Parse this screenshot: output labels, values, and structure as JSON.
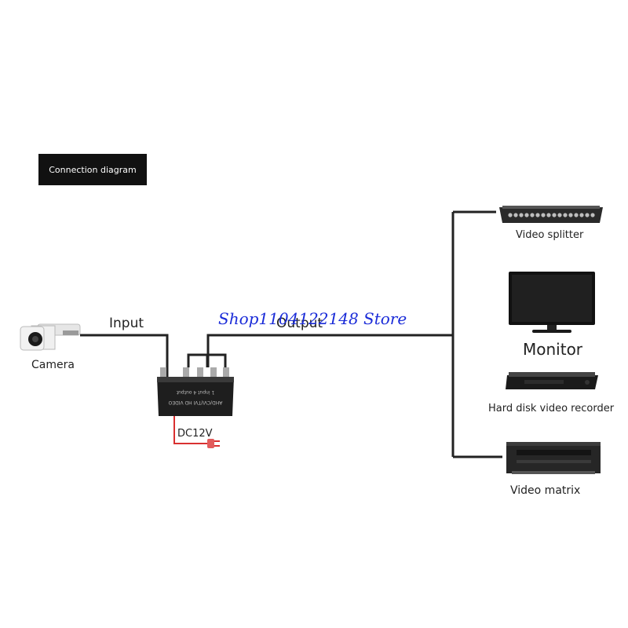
{
  "title": "Connection diagram",
  "watermark": "Shop1104122148 Store",
  "labels": {
    "input": "Input",
    "output": "Output",
    "camera": "Camera",
    "power": "DC12V",
    "device_text_line1": "AHD/CVI/TVI HD VIDEO",
    "device_text_line2": "1 input 4 output"
  },
  "devices": [
    {
      "id": "video-splitter",
      "label": "Video splitter"
    },
    {
      "id": "monitor",
      "label": "Monitor"
    },
    {
      "id": "dvr",
      "label": "Hard disk video recorder"
    },
    {
      "id": "video-matrix",
      "label": "Video matrix"
    }
  ]
}
